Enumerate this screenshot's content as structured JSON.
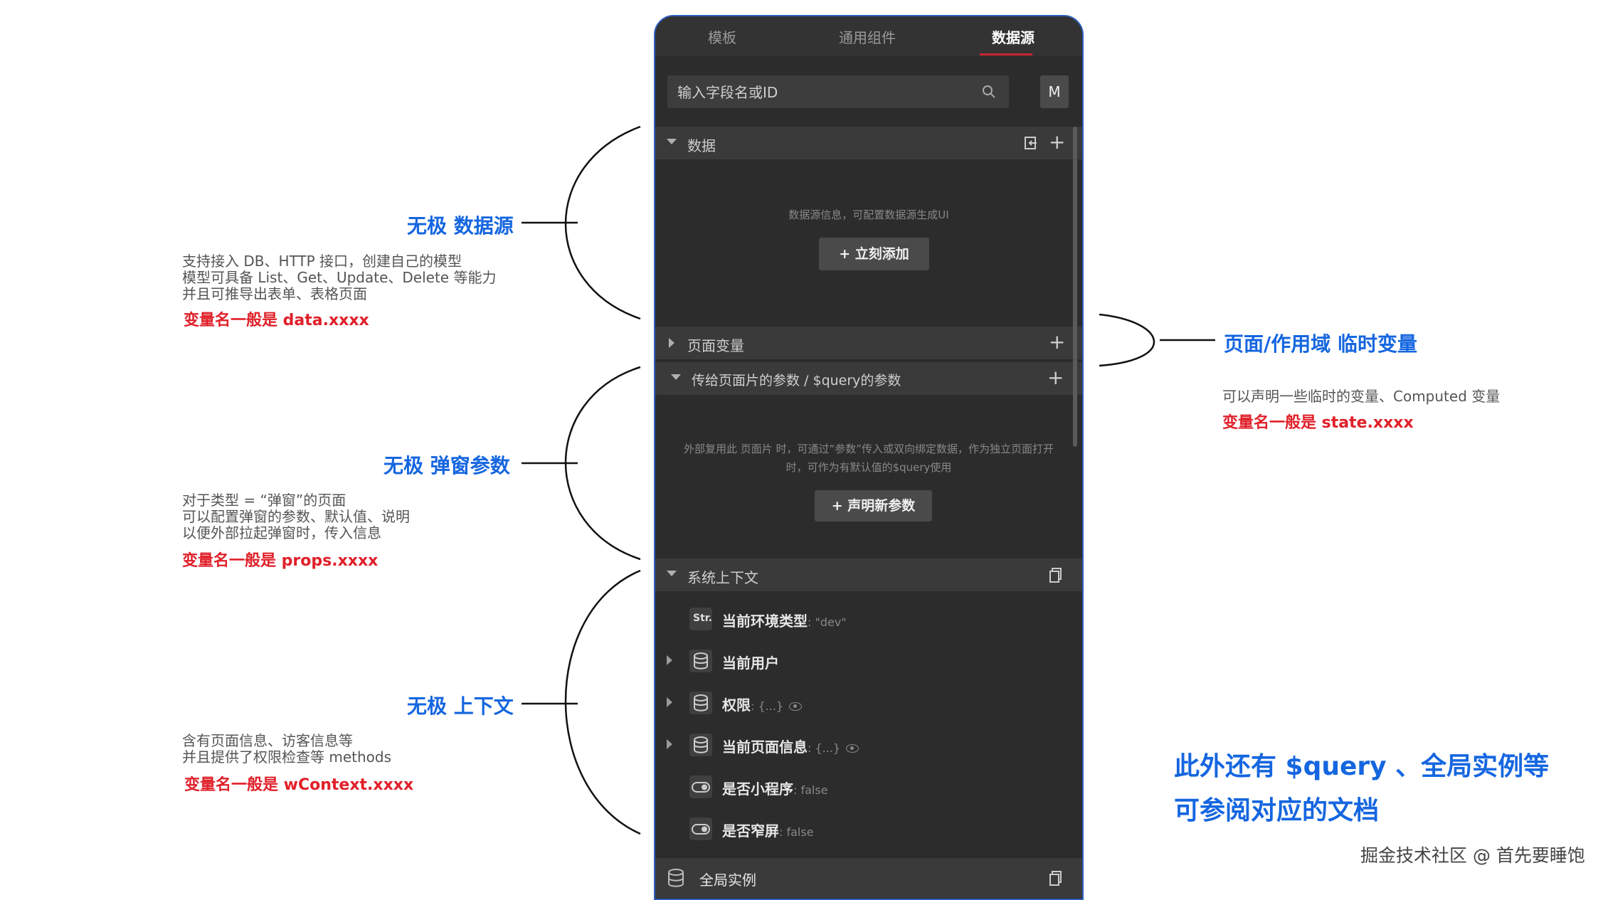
{
  "panel": {
    "tabs": [
      "模板",
      "通用组件",
      "数据源"
    ],
    "active_tab": "数据源",
    "search_placeholder": "输入字段名或ID",
    "m_button": "M",
    "data_section": {
      "title": "数据",
      "empty_hint": "数据源信息，可配置数据源生成UI",
      "add_button": "+ 立刻添加"
    },
    "page_vars": {
      "title": "页面变量"
    },
    "params_section": {
      "title": "传给页面片的参数 / $query的参数",
      "hint_line1": "外部复用此 页面片 时，可通过“参数”传入或双向绑定数据，作为独立页面打开",
      "hint_line2": "时，可作为有默认值的$query使用",
      "declare_button": "+ 声明新参数"
    },
    "system_ctx": {
      "title": "系统上下文",
      "items": [
        {
          "name": "当前环境类型",
          "value": ": \"dev\"",
          "icon": "string-icon",
          "expandable": false,
          "eye": false
        },
        {
          "name": "当前用户",
          "value": "",
          "icon": "database-icon",
          "expandable": true,
          "eye": false
        },
        {
          "name": "权限",
          "value": ": {...}",
          "icon": "database-icon",
          "expandable": true,
          "eye": true
        },
        {
          "name": "当前页面信息",
          "value": ": {...}",
          "icon": "database-icon",
          "expandable": true,
          "eye": true
        },
        {
          "name": "是否小程序",
          "value": ": false",
          "icon": "toggle-icon",
          "expandable": false,
          "eye": false
        },
        {
          "name": "是否窄屏",
          "value": ": false",
          "icon": "toggle-icon",
          "expandable": false,
          "eye": false
        }
      ]
    },
    "global_instance": {
      "title": "全局实例"
    }
  },
  "annotations": {
    "datasource": {
      "title": "无极 数据源",
      "desc": "支持接入 DB、HTTP 接口，创建自己的模型\n模型可具备 List、Get、Update、Delete 等能力\n并且可推导出表单、表格页面",
      "var": "变量名一般是 data.xxxx"
    },
    "popup": {
      "title": "无极 弹窗参数",
      "desc": "对于类型 = “弹窗”的页面\n可以配置弹窗的参数、默认值、说明\n以便外部拉起弹窗时，传入信息",
      "var": "变量名一般是 props.xxxx"
    },
    "context": {
      "title": "无极 上下文",
      "desc": "含有页面信息、访客信息等\n并且提供了权限检查等 methods",
      "var": "变量名一般是 wContext.xxxx"
    },
    "state": {
      "title": "页面/作用域 临时变量",
      "desc": "可以声明一些临时的变量、Computed 变量",
      "var": "变量名一般是 state.xxxx"
    },
    "extra_line1": "此外还有 $query 、全局实例等",
    "extra_line2": "可参阅对应的文档",
    "footer": "掘金技术社区 @ 首先要睡饱"
  },
  "colors": {
    "annotation_blue": "#1566e0",
    "annotation_red": "#e0202a",
    "panel_bg": "#2c2c2c",
    "tab_accent": "#c8262e"
  }
}
